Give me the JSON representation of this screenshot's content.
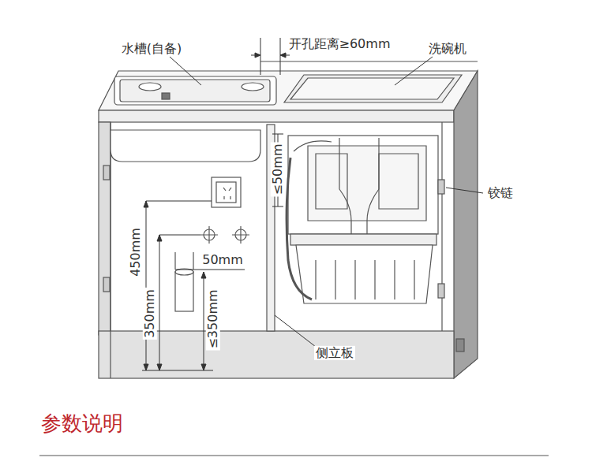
{
  "diagram": {
    "title": "参数说明",
    "labels": [
      "水槽(自备)",
      "开孔距离≥60mm",
      "洗碗机",
      "≤50mm",
      "铰链",
      "450mm",
      "350mm",
      "50mm",
      "≤350mm",
      "侧立板"
    ]
  }
}
